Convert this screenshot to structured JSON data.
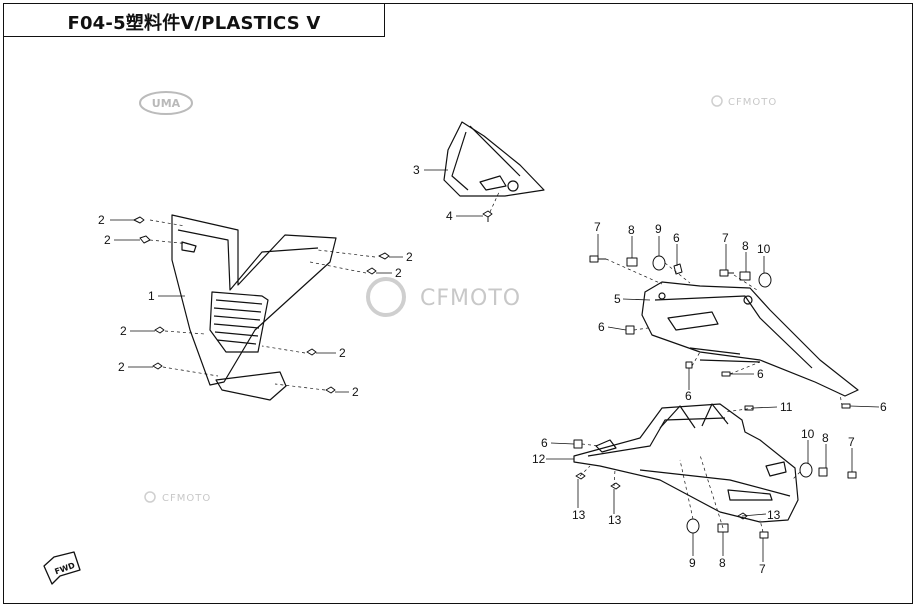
{
  "title": "F04-5塑料件Ⅴ/PLASTICS Ⅴ",
  "watermarks": {
    "brand_large": "CFMOTO",
    "brand_small": "CFMOTO",
    "brand_small_2": "CFMOTO",
    "uma_logo": "UMA"
  },
  "fwd_label": "FWD",
  "callouts": {
    "p1": "1",
    "p2a": "2",
    "p2b": "2",
    "p2c": "2",
    "p2d": "2",
    "p2e": "2",
    "p2f": "2",
    "p2g": "2",
    "p2h": "2",
    "p3": "3",
    "p4": "4",
    "p5": "5",
    "p6a": "6",
    "p6b": "6",
    "p6c": "6",
    "p6d": "6",
    "p6e": "6",
    "p6f": "6",
    "p7a": "7",
    "p7b": "7",
    "p7c": "7",
    "p7d": "7",
    "p8a": "8",
    "p8b": "8",
    "p8c": "8",
    "p8d": "8",
    "p9a": "9",
    "p9b": "9",
    "p10a": "10",
    "p10b": "10",
    "p11": "11",
    "p12": "12",
    "p13a": "13",
    "p13b": "13",
    "p13c": "13"
  },
  "colors": {
    "line": "#111111",
    "watermark": "#c8c8c8",
    "background": "#ffffff"
  }
}
